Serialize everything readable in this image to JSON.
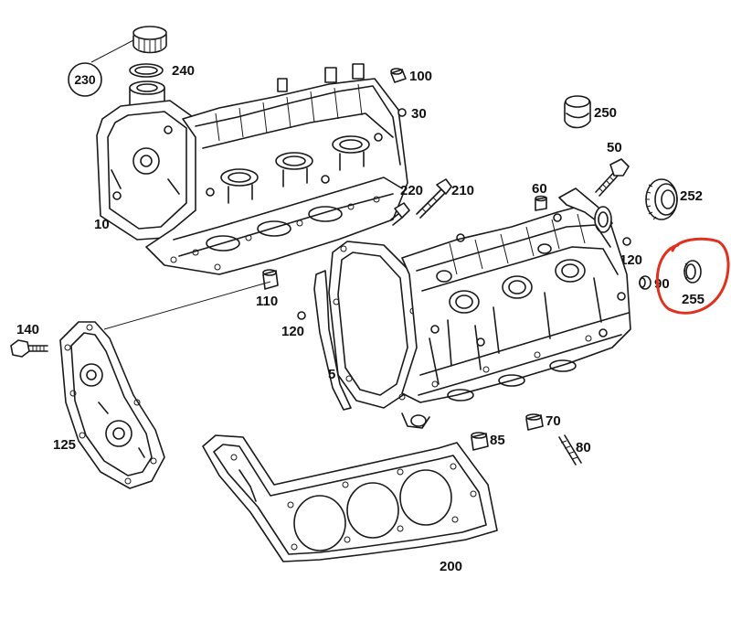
{
  "diagram": {
    "labels": {
      "p230": "230",
      "p240": "240",
      "p100": "100",
      "p30": "30",
      "p250": "250",
      "p50": "50",
      "p10": "10",
      "p220": "220",
      "p210": "210",
      "p60": "60",
      "p252": "252",
      "p120a": "120",
      "p90": "90",
      "p255": "255",
      "p110": "110",
      "p120b": "120",
      "p140": "140",
      "p5": "5",
      "p125": "125",
      "p70": "70",
      "p85": "85",
      "p80": "80",
      "p200": "200"
    },
    "highlight_color": "#e0301e",
    "line_color": "#1a1a1a"
  }
}
